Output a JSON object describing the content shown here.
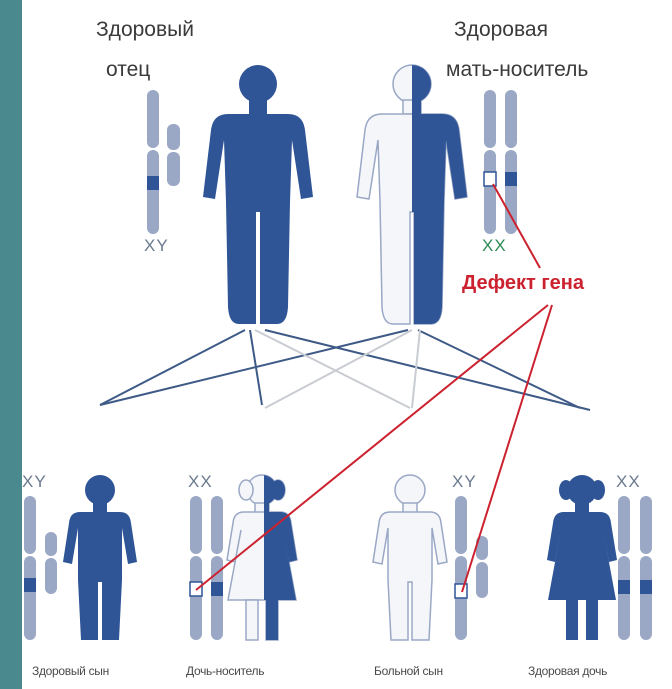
{
  "parents": {
    "father": {
      "label_line1": "Здоровый",
      "label_line2": "отец",
      "chromosomes": "XY"
    },
    "mother": {
      "label_line1": "Здоровая",
      "label_line2": "мать-носитель",
      "chromosomes": "XX"
    }
  },
  "defect_label": "Дефект гена",
  "children": [
    {
      "label": "Здоровый сын",
      "chromosomes": "XY"
    },
    {
      "label": "Дочь-носитель",
      "chromosomes": "XX"
    },
    {
      "label": "Больной сын",
      "chromosomes": "XY"
    },
    {
      "label": "Здоровая дочь",
      "chromosomes": "XX"
    }
  ],
  "colors": {
    "figure": "#2f5597",
    "chromosome": "#9aa8c6",
    "band": "#2f5597",
    "defect": "#cc2230",
    "line": "#3e5a86",
    "sidebar": "#4a8a8f"
  }
}
